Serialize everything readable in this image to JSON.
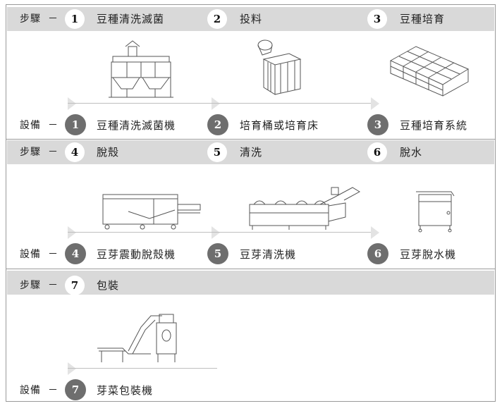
{
  "labels": {
    "step": "步驟",
    "equipment": "設備",
    "dash": "－"
  },
  "sections": [
    {
      "steps": [
        {
          "num": "1",
          "text": "豆種清洗滅菌"
        },
        {
          "num": "2",
          "text": "投料"
        },
        {
          "num": "3",
          "text": "豆種培育"
        }
      ],
      "equipment": [
        {
          "num": "1",
          "text": "豆種清洗滅菌機",
          "icon": "bean-washing-sterilizer-icon"
        },
        {
          "num": "2",
          "text": "培育桶或培育床",
          "icon": "cultivation-bin-icon"
        },
        {
          "num": "3",
          "text": "豆種培育系統",
          "icon": "cultivation-system-icon"
        }
      ]
    },
    {
      "steps": [
        {
          "num": "4",
          "text": "脫殼"
        },
        {
          "num": "5",
          "text": "清洗"
        },
        {
          "num": "6",
          "text": "脫水"
        }
      ],
      "equipment": [
        {
          "num": "4",
          "text": "豆芽震動脫殼機",
          "icon": "vibrating-dehuller-icon"
        },
        {
          "num": "5",
          "text": "豆芽清洗機",
          "icon": "sprout-washer-icon"
        },
        {
          "num": "6",
          "text": "豆芽脫水機",
          "icon": "sprout-dewatering-icon"
        }
      ]
    },
    {
      "steps": [
        {
          "num": "7",
          "text": "包裝"
        }
      ],
      "equipment": [
        {
          "num": "7",
          "text": "芽菜包裝機",
          "icon": "packaging-machine-icon"
        }
      ]
    }
  ]
}
